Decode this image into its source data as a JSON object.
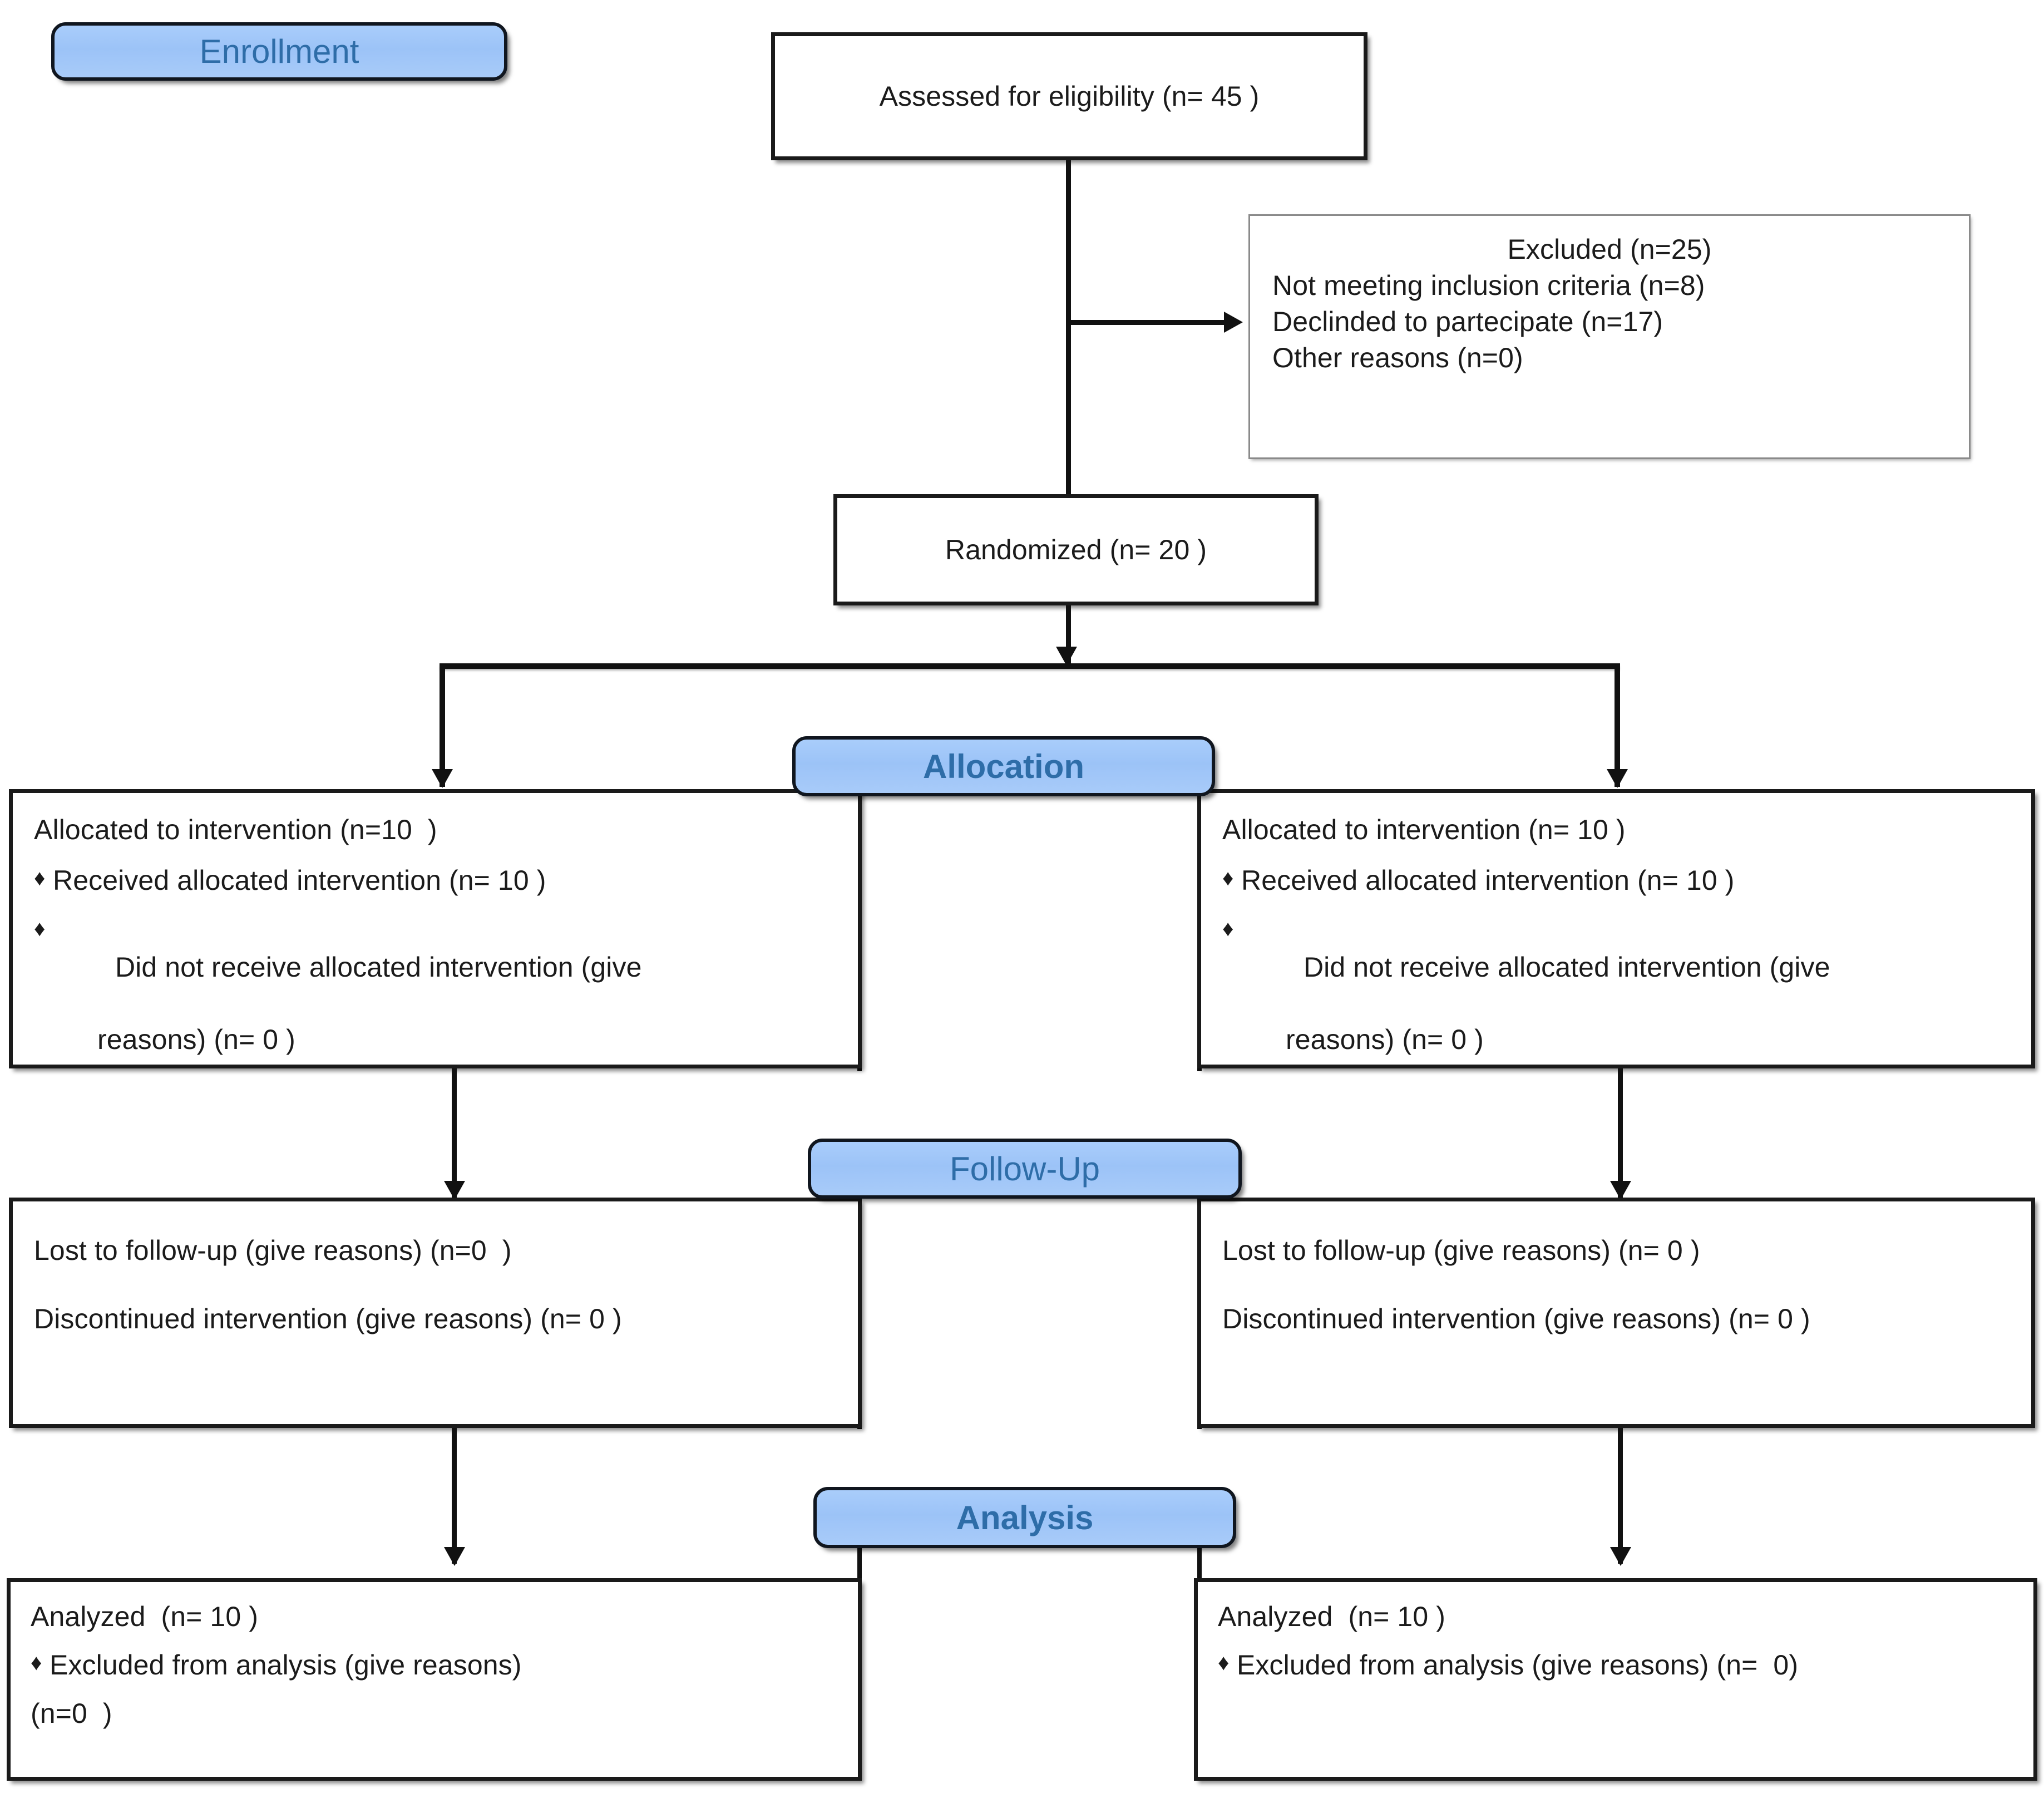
{
  "diagram": {
    "title": "CONSORT participant flow diagram",
    "accent_blue": "#9cc3f7",
    "badge_text_color": "#2e6da8",
    "line_color": "#111111"
  },
  "stages": {
    "enrollment": "Enrollment",
    "allocation": "Allocation",
    "follow_up": "Follow-Up",
    "analysis": "Analysis"
  },
  "enrollment": {
    "assessed": "Assessed for eligibility (n= 45 )",
    "excluded": {
      "heading": "Excluded (n=25)",
      "reasons": [
        "Not meeting inclusion criteria (n=8)",
        "Declinded to partecipate (n=17)",
        "Other reasons (n=0)"
      ]
    },
    "randomized": "Randomized (n= 20 )"
  },
  "allocation": {
    "left": {
      "heading": "Allocated to intervention (n=10  )",
      "bullets": [
        {
          "text": "Received allocated intervention (n= 10 )",
          "continuation": ""
        },
        {
          "text": "Did not receive allocated intervention (give",
          "continuation": "reasons) (n= 0 )"
        }
      ]
    },
    "right": {
      "heading": "Allocated to intervention (n= 10 )",
      "bullets": [
        {
          "text": "Received allocated intervention (n= 10 )",
          "continuation": ""
        },
        {
          "text": "Did not receive allocated intervention (give",
          "continuation": "reasons) (n= 0 )"
        }
      ]
    }
  },
  "follow_up": {
    "left": {
      "lost": "Lost to follow-up (give reasons) (n=0  )",
      "discontinued": "Discontinued intervention (give reasons) (n= 0 )"
    },
    "right": {
      "lost": "Lost to follow-up (give reasons) (n= 0 )",
      "discontinued": "Discontinued intervention (give reasons) (n= 0 )"
    }
  },
  "analysis": {
    "left": {
      "heading": "Analyzed  (n= 10 )",
      "bullet": "Excluded from analysis (give reasons)",
      "bullet_continuation": "(n=0  )"
    },
    "right": {
      "heading": "Analyzed  (n= 10 )",
      "bullet": "Excluded from analysis (give reasons) (n=  0)",
      "bullet_continuation": ""
    }
  },
  "icons": {
    "diamond_bullet": "♦"
  }
}
